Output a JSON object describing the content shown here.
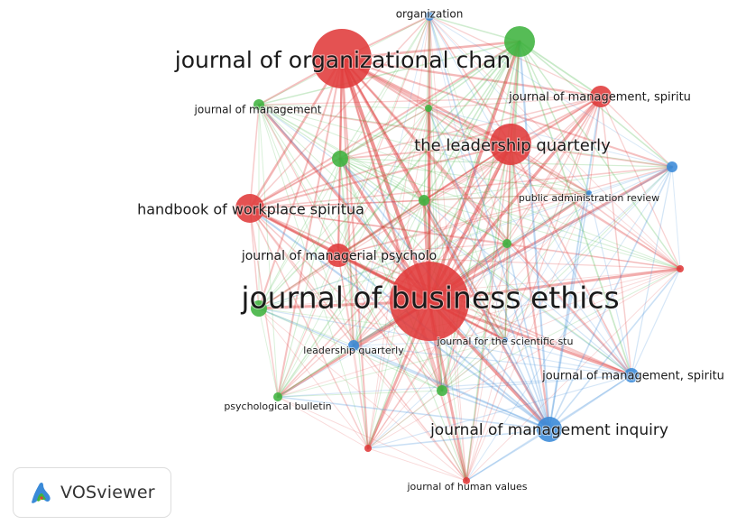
{
  "brand": {
    "name": "VOSviewer",
    "icon": "vosviewer-logo-icon"
  },
  "clusters": {
    "red": "#e03a3a",
    "green": "#3fb33f",
    "blue": "#3a8ad8"
  },
  "nodes": [
    {
      "id": "journal-of-business-ethics",
      "label": "journal of business ethics",
      "cluster": "red",
      "weight": 10
    },
    {
      "id": "journal-of-organizational-chan",
      "label": "journal of organizational chan",
      "cluster": "red",
      "weight": 6
    },
    {
      "id": "the-leadership-quarterly",
      "label": "the leadership quarterly",
      "cluster": "red",
      "weight": 4
    },
    {
      "id": "handbook-of-workplace-spiritua",
      "label": "handbook of workplace spiritua",
      "cluster": "red",
      "weight": 3.5
    },
    {
      "id": "journal-of-managerial-psycholo",
      "label": "journal of managerial psycholo",
      "cluster": "red",
      "weight": 2.5
    },
    {
      "id": "journal-of-management-spiritu-red",
      "label": "journal of management, spiritu",
      "cluster": "red",
      "weight": 2.5
    },
    {
      "id": "journal-of-human-values",
      "label": "journal of human values",
      "cluster": "red",
      "weight": 1
    },
    {
      "id": "red-unlabeled-1",
      "label": "",
      "cluster": "red",
      "weight": 1
    },
    {
      "id": "red-unlabeled-2",
      "label": "",
      "cluster": "red",
      "weight": 1
    },
    {
      "id": "green-unlabeled-top",
      "label": "",
      "cluster": "green",
      "weight": 3.5
    },
    {
      "id": "journal-of-management",
      "label": "journal of management",
      "cluster": "green",
      "weight": 1.3
    },
    {
      "id": "psychological-bulletin",
      "label": "psychological bulletin",
      "cluster": "green",
      "weight": 1
    },
    {
      "id": "green-unlabeled-2",
      "label": "",
      "cluster": "green",
      "weight": 2
    },
    {
      "id": "green-unlabeled-3",
      "label": "",
      "cluster": "green",
      "weight": 1.3
    },
    {
      "id": "green-unlabeled-4",
      "label": "",
      "cluster": "green",
      "weight": 1
    },
    {
      "id": "green-unlabeled-5",
      "label": "",
      "cluster": "green",
      "weight": 1
    },
    {
      "id": "green-unlabeled-6",
      "label": "",
      "cluster": "green",
      "weight": 1.3
    },
    {
      "id": "green-unlabeled-7",
      "label": "",
      "cluster": "green",
      "weight": 1
    },
    {
      "id": "journal-of-management-inquiry",
      "label": "journal of management inquiry",
      "cluster": "blue",
      "weight": 4
    },
    {
      "id": "organization",
      "label": "organization",
      "cluster": "blue",
      "weight": 1
    },
    {
      "id": "public-administration-review",
      "label": "public administration review",
      "cluster": "blue",
      "weight": 1
    },
    {
      "id": "leadership-quarterly",
      "label": "leadership quarterly",
      "cluster": "blue",
      "weight": 1
    },
    {
      "id": "journal-for-the-scientific-stu",
      "label": "journal for the scientific stu",
      "cluster": "blue",
      "weight": 1
    },
    {
      "id": "journal-of-management-spiritu-blue",
      "label": "journal of management, spiritu",
      "cluster": "blue",
      "weight": 2
    },
    {
      "id": "blue-unlabeled-1",
      "label": "",
      "cluster": "blue",
      "weight": 1.3
    }
  ]
}
